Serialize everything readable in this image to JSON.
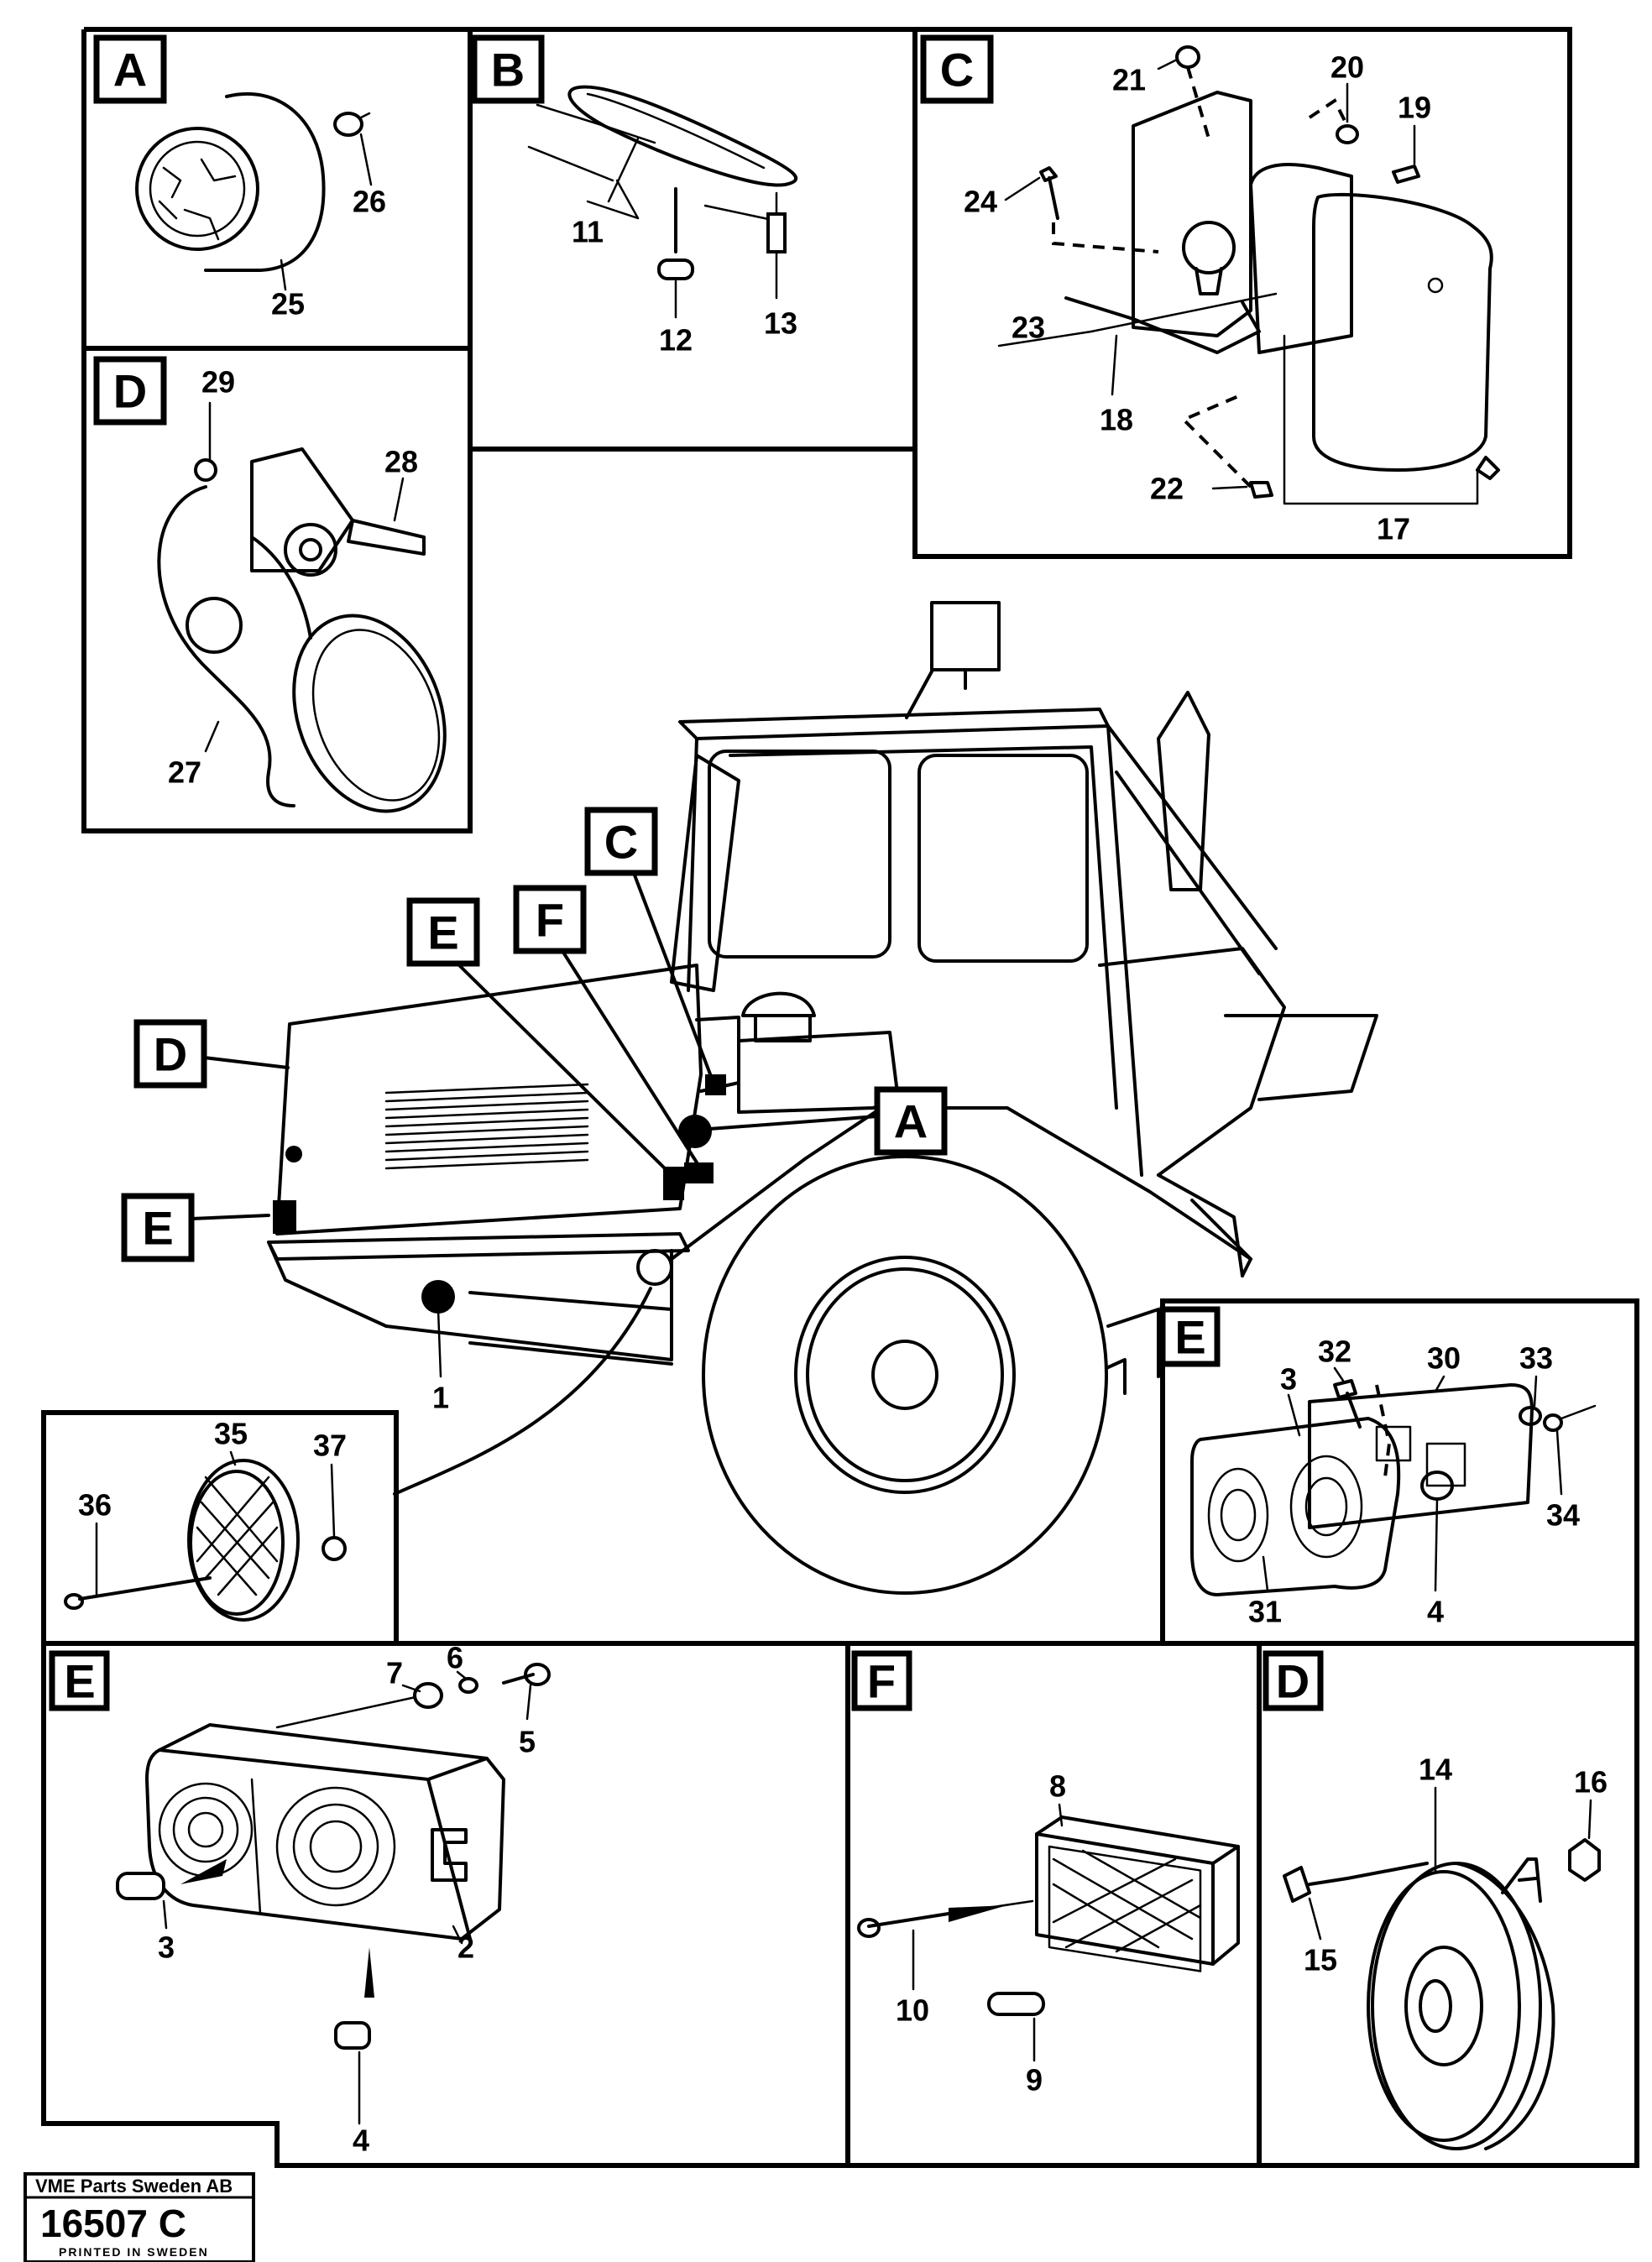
{
  "panels": {
    "A_top": {
      "tag": "A",
      "numbers": [
        "26",
        "25"
      ]
    },
    "B_top": {
      "tag": "B",
      "numbers": [
        "11",
        "12",
        "13"
      ]
    },
    "C_top": {
      "tag": "C",
      "numbers": [
        "21",
        "20",
        "19",
        "24",
        "23",
        "18",
        "22",
        "17"
      ]
    },
    "D_top": {
      "tag": "D",
      "numbers": [
        "29",
        "28",
        "27"
      ]
    },
    "machine": {
      "tags": [
        "C",
        "F",
        "E",
        "D",
        "A",
        "E"
      ],
      "numbers": [
        "1"
      ]
    },
    "reflector": {
      "numbers": [
        "35",
        "37",
        "36"
      ]
    },
    "E_right": {
      "tag": "E",
      "numbers": [
        "32",
        "30",
        "33",
        "3",
        "34",
        "31",
        "4"
      ]
    },
    "E_bottom": {
      "tag": "E",
      "numbers": [
        "7",
        "6",
        "5",
        "3",
        "2",
        "4"
      ]
    },
    "F_bottom": {
      "tag": "F",
      "numbers": [
        "8",
        "10",
        "9"
      ]
    },
    "D_bottom": {
      "tag": "D",
      "numbers": [
        "14",
        "16",
        "15"
      ]
    }
  },
  "reference": {
    "company": "VME Parts Sweden AB",
    "code": "16507 C",
    "printed": "PRINTED IN SWEDEN"
  }
}
